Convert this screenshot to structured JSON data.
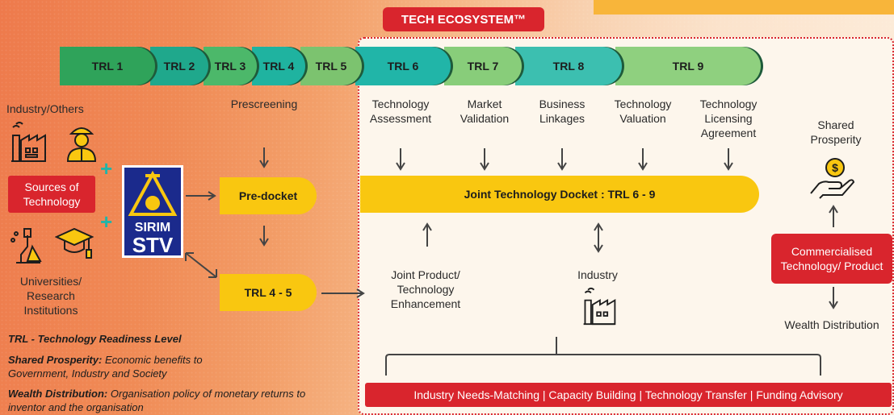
{
  "header": {
    "ecosystem_title": "TECH ECOSYSTEM™"
  },
  "trl_bar": [
    {
      "label": "TRL 1",
      "color": "#2fa35a"
    },
    {
      "label": "TRL 2",
      "color": "#1fa88c"
    },
    {
      "label": "TRL 3",
      "color": "#4cb86a"
    },
    {
      "label": "TRL 4",
      "color": "#1fb3a0"
    },
    {
      "label": "TRL 5",
      "color": "#7cc36f"
    },
    {
      "label": "TRL 6",
      "color": "#21b5a8"
    },
    {
      "label": "TRL 7",
      "color": "#88cd7a"
    },
    {
      "label": "TRL 8",
      "color": "#3cbfb0"
    },
    {
      "label": "TRL 9",
      "color": "#8fd07f"
    }
  ],
  "left": {
    "industry_label": "Industry/Others",
    "sources_label": "Sources of Technology",
    "universities_label": "Universities/ Research Institutions",
    "logo_line1": "SIRIM",
    "logo_line2": "STV"
  },
  "stages": {
    "prescreening": "Prescreening",
    "pre_docket": "Pre-docket",
    "trl45": "TRL 4 - 5",
    "tech_assessment": "Technology Assessment",
    "market_validation": "Market Validation",
    "business_linkages": "Business Linkages",
    "tech_valuation": "Technology Valuation",
    "tech_licensing": "Technology Licensing Agreement",
    "joint_docket": "Joint Technology Docket : TRL 6 - 9",
    "joint_product": "Joint Product/ Technology Enhancement",
    "industry": "Industry"
  },
  "right": {
    "shared_prosperity": "Shared Prosperity",
    "commercialised": "Commercialised Technology/ Product",
    "wealth_distribution": "Wealth Distribution"
  },
  "services_bar": "Industry Needs-Matching | Capacity Building | Technology Transfer | Funding Advisory",
  "notes": [
    {
      "bold": "TRL - Technology Readiness Level",
      "rest": ""
    },
    {
      "bold": "Shared Prosperity:",
      "rest": " Economic benefits to Government, Industry and Society"
    },
    {
      "bold": "Wealth Distribution:",
      "rest": " Organisation policy of monetary returns to inventor and the organisation"
    }
  ],
  "colors": {
    "red": "#d9252d",
    "yellow": "#f9c710",
    "teal": "#21b5a8",
    "green": "#2fa35a"
  }
}
